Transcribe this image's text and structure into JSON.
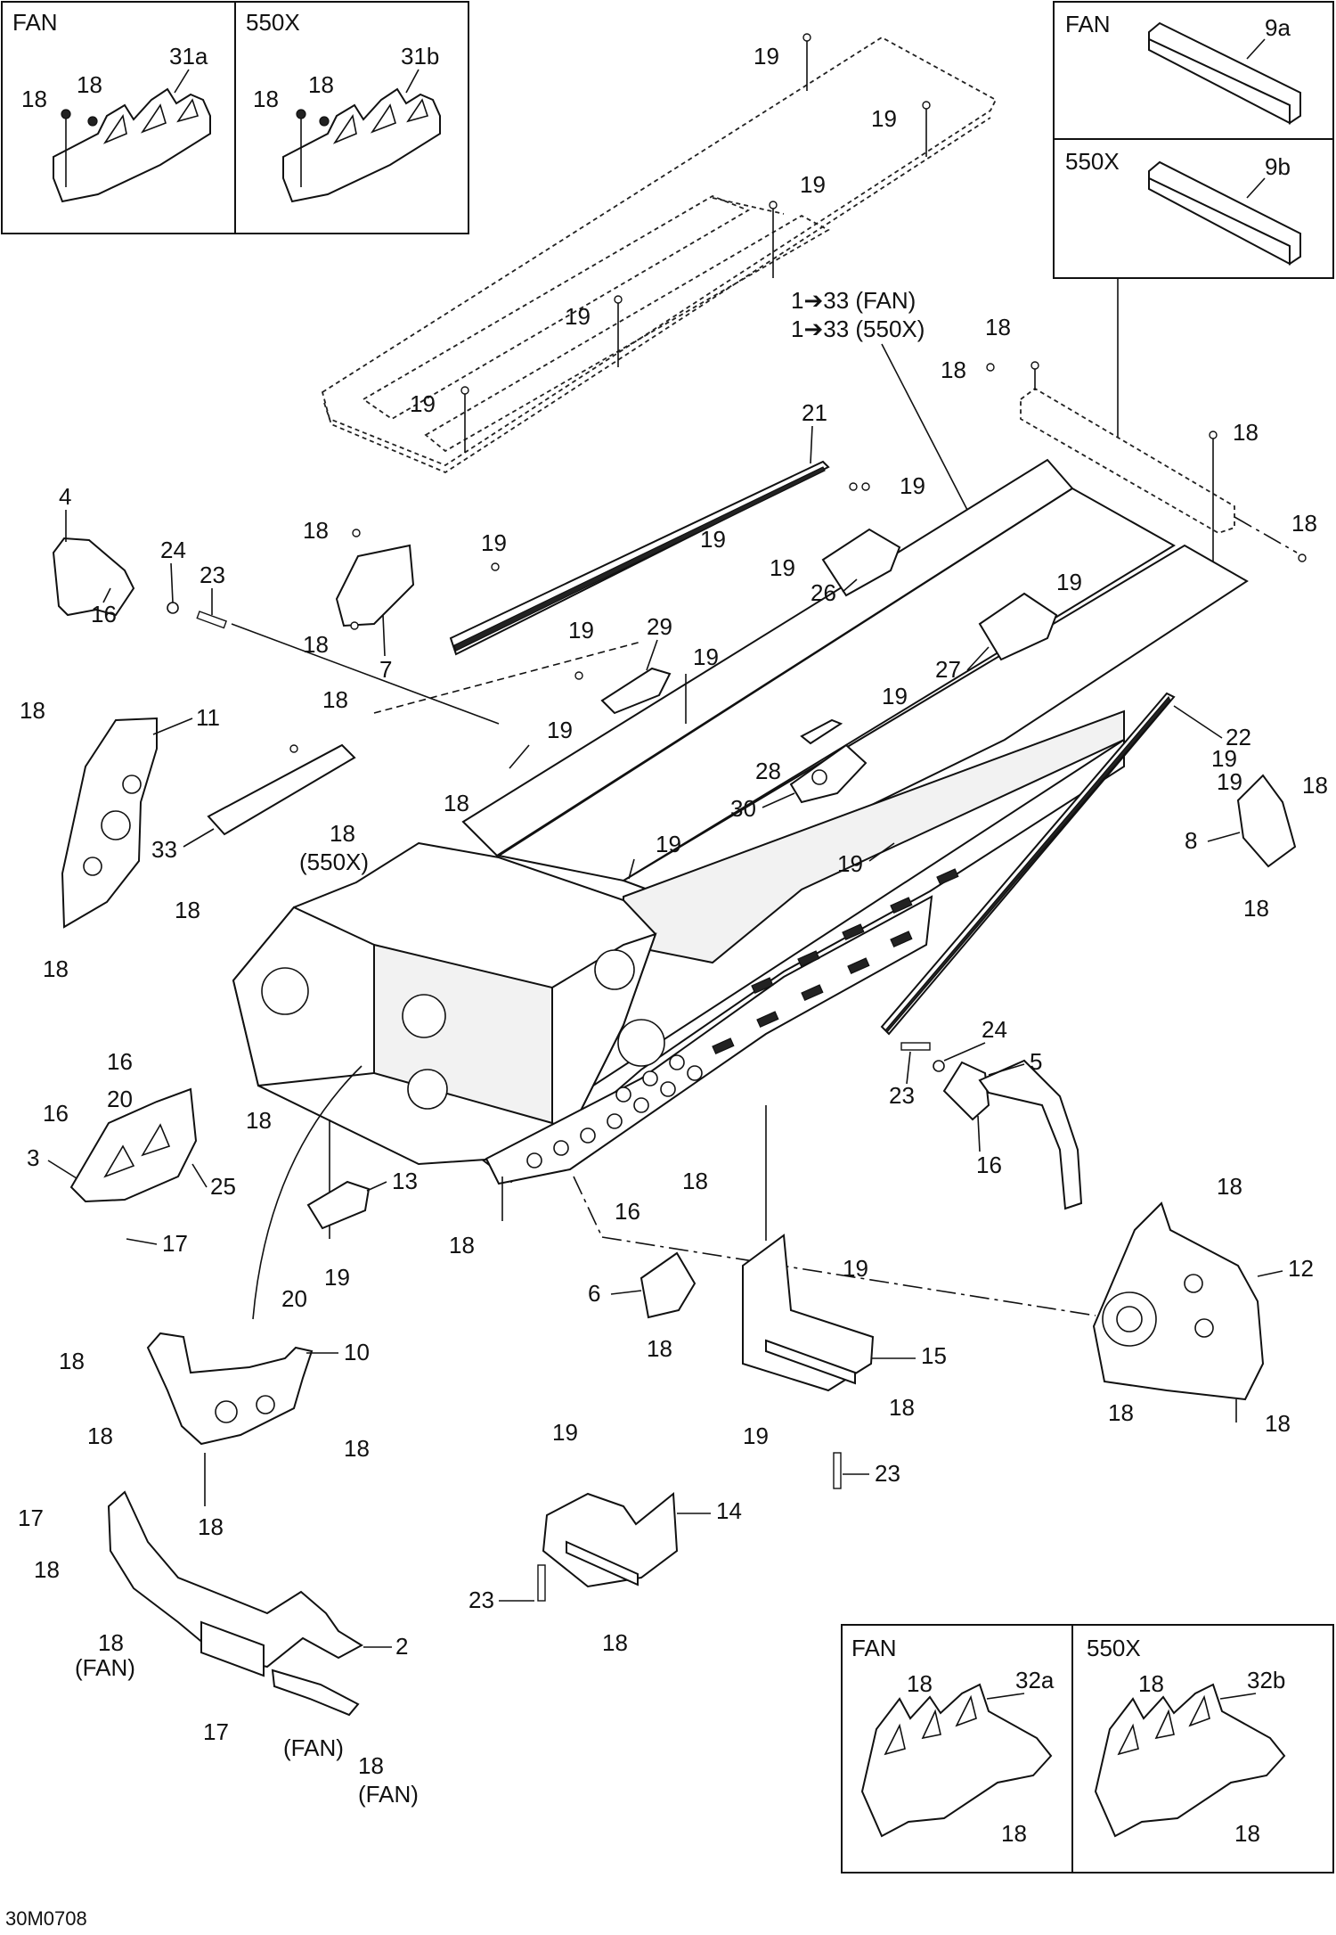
{
  "inset_top_left": {
    "fan_title": "FAN",
    "x_title": "550X",
    "fan_labels": [
      "31a",
      "18",
      "18"
    ],
    "x_labels": [
      "31b",
      "18",
      "18"
    ]
  },
  "inset_top_right": {
    "fan_title": "FAN",
    "fan_label": "9a",
    "x_title": "550X",
    "x_label": "9b"
  },
  "inset_bottom_right": {
    "fan_title": "FAN",
    "x_title": "550X",
    "fan_labels": [
      "18",
      "32a",
      "18"
    ],
    "x_labels": [
      "18",
      "32b",
      "18"
    ]
  },
  "assembly_refs": [
    "1➔33 (FAN)",
    "1➔33 (550X)"
  ],
  "callouts": {
    "c19a": "19",
    "c19b": "19",
    "c19c": "19",
    "c19d": "19",
    "c19e": "19",
    "c19f": "19",
    "c19g": "19",
    "c19h": "19",
    "c19i": "19",
    "c19j": "19",
    "c19k": "19",
    "c19l": "19",
    "c19m": "19",
    "c19n": "19",
    "c19o": "19",
    "c19p": "19",
    "c19q": "19",
    "c19r": "19",
    "c19s": "19",
    "c19t": "19",
    "c19u": "19",
    "c19v": "19",
    "c18a": "18",
    "c18b": "18",
    "c18c": "18",
    "c18d": "18",
    "c18e": "18",
    "c18f": "18",
    "c18g": "18",
    "c18h": "18",
    "c18i": "18",
    "c18j": "18",
    "c18k": "18",
    "c18l": "18",
    "c18m": "18",
    "c18n": "18",
    "c18o": "18",
    "c18p": "18",
    "c18q": "18",
    "c18r": "18",
    "c18s": "18",
    "c18t": "18",
    "c18u": "18",
    "c18v": "18",
    "c18w": "18",
    "c18x": "18",
    "c18y": "18",
    "c18z": "18",
    "c18aa": "18",
    "c18ab": "18",
    "c18ac": "18",
    "c18x550": "(550X)",
    "c18fan1": "(FAN)",
    "c18fan2": "(FAN)",
    "c21": "21",
    "c22": "22",
    "c4": "4",
    "c24a": "24",
    "c23a": "23",
    "c16a": "16",
    "c7": "7",
    "c29": "29",
    "c26": "26",
    "c27": "27",
    "c28": "28",
    "c30": "30",
    "c11": "11",
    "c33": "33",
    "c8": "8",
    "c24b": "24",
    "c23b": "23",
    "c5": "5",
    "c16b": "16",
    "c16c": "16",
    "c16d": "16",
    "c16e": "16",
    "c20a": "20",
    "c3": "3",
    "c25": "25",
    "c17a": "17",
    "c13": "13",
    "c6": "6",
    "c15": "15",
    "c12": "12",
    "c20b": "20",
    "c10": "10",
    "c17b": "17",
    "c17c": "17",
    "c2": "2",
    "c14": "14",
    "c23c": "23",
    "c23d": "23"
  },
  "figure_code": "30M0708"
}
